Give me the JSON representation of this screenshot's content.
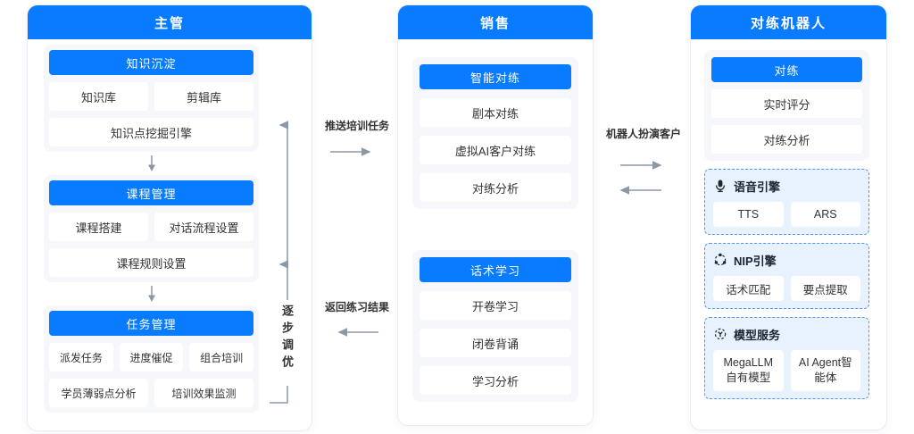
{
  "colors": {
    "primary": "#087bff",
    "line": "#8c97a7",
    "section_bg": "#f5f7fa",
    "engine_bg": "#e8f1fe",
    "engine_border": "#4f94ff"
  },
  "columns": [
    {
      "title": "主管",
      "sections": [
        {
          "header": "知识沉淀",
          "rows": [
            [
              "知识库",
              "剪辑库"
            ],
            [
              "知识点挖掘引擎"
            ]
          ]
        },
        {
          "header": "课程管理",
          "rows": [
            [
              "课程搭建",
              "对话流程设置"
            ],
            [
              "课程规则设置"
            ]
          ]
        },
        {
          "header": "任务管理",
          "rows": [
            [
              "派发任务",
              "进度催促",
              "组合培训"
            ],
            [
              "学员薄弱点分析",
              "培训效果监测"
            ]
          ]
        }
      ]
    },
    {
      "title": "销售",
      "sections": [
        {
          "header": "智能对练",
          "rows": [
            [
              "剧本对练"
            ],
            [
              "虚拟AI客户对练"
            ],
            [
              "对练分析"
            ]
          ]
        },
        {
          "header": "话术学习",
          "rows": [
            [
              "开卷学习"
            ],
            [
              "闭卷背诵"
            ],
            [
              "学习分析"
            ]
          ]
        }
      ]
    },
    {
      "title": "对练机器人",
      "sections": [
        {
          "header": "对练",
          "rows": [
            [
              "实时评分"
            ],
            [
              "对练分析"
            ]
          ]
        }
      ],
      "engines": [
        {
          "icon": "microphone",
          "label": "语音引擎",
          "items": [
            "TTS",
            "ARS"
          ]
        },
        {
          "icon": "network-nodes",
          "label": "NIP引擎",
          "items": [
            "话术匹配",
            "要点提取"
          ]
        },
        {
          "icon": "model-target",
          "label": "模型服务",
          "items_lines": [
            [
              "MegaLLM",
              "自有模型"
            ],
            [
              "AI Agent智",
              "能体"
            ]
          ]
        }
      ]
    }
  ],
  "connectors": {
    "push": "推送培训任务",
    "return": "返回练习结果",
    "robot": "机器人扮演客户",
    "tuning": "逐步调优"
  }
}
